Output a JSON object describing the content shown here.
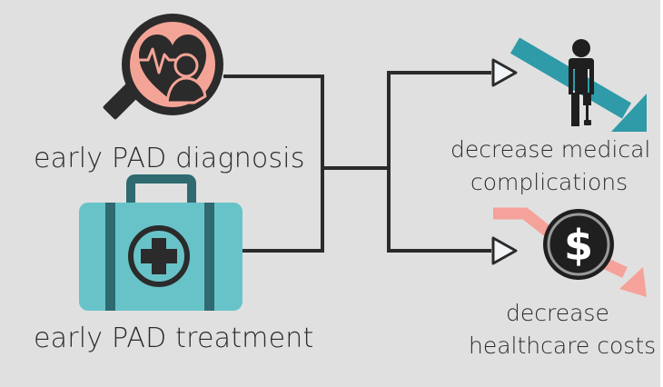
{
  "inputs": [
    {
      "id": "diagnosis",
      "label": "early PAD diagnosis",
      "icon": "heart-magnifier-icon"
    },
    {
      "id": "treatment",
      "label": "early PAD treatment",
      "icon": "medical-kit-icon"
    }
  ],
  "outcomes": [
    {
      "id": "complications",
      "label_lines": [
        "decrease medical",
        "complications"
      ],
      "icon": "amputee-person-icon",
      "trend_icon": "downward-trend-arrow-icon",
      "trend_color": "#2f9aa8"
    },
    {
      "id": "costs",
      "label_lines": [
        "decrease",
        "healthcare costs"
      ],
      "icon": "dollar-coin-icon",
      "trend_icon": "downward-trend-arrow-icon",
      "trend_color": "#f5a29a"
    }
  ],
  "colors": {
    "background": "#e0e0e0",
    "line": "#2b2b2b",
    "teal_light": "#68c3c9",
    "teal_dark": "#2e6a70",
    "salmon": "#f4a496",
    "coin": "#1f1f1f"
  }
}
